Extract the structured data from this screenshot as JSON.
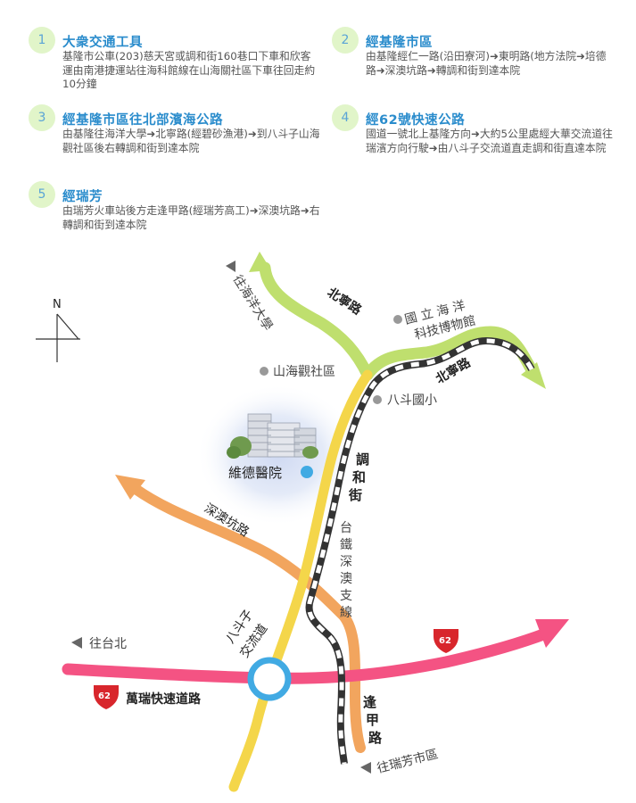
{
  "routes": [
    {
      "num": "1",
      "title": "大衆交通工具",
      "desc": "基隆市公車(203)慈天宮或調和街160巷口下車和欣客運由南港捷運站往海科館線在山海關社區下車往回走約10分鐘"
    },
    {
      "num": "2",
      "title": "經基隆市區",
      "desc": "由基隆經仁一路(沿田寮河)➜東明路(地方法院➜培德路➜深澳坑路➜轉調和街到達本院"
    },
    {
      "num": "3",
      "title": "經基隆市區往北部濱海公路",
      "desc": "由基隆往海洋大學➜北寧路(經碧砂漁港)➜到八斗子山海觀社區後右轉調和街到達本院"
    },
    {
      "num": "4",
      "title": "經62號快速公路",
      "desc": "國道一號北上基隆方向➜大約5公里處經大華交流道往瑞濱方向行駛➜由八斗子交流道直走調和街直達本院"
    },
    {
      "num": "5",
      "title": "經瑞芳",
      "desc": "由瑞芳火車站後方走逢甲路(經瑞芳高工)➜深澳坑路➜右轉調和街到達本院"
    }
  ],
  "map": {
    "compass": "N",
    "to_ocean_univ": "往海洋大學",
    "beining_upper": "北寧路",
    "museum_line1": "國 立 海 洋",
    "museum_line2": "科技博物館",
    "shanhai": "山海觀社區",
    "badou_school": "八斗國小",
    "beining_lower": "北寧路",
    "tiaohe": [
      "調",
      "和",
      "街"
    ],
    "hospital": "維德醫院",
    "shenaokeng": "深澳坑路",
    "railway": [
      "台",
      "鐵",
      "深",
      "澳",
      "支",
      "線"
    ],
    "interchange": [
      "八斗子",
      "交流道"
    ],
    "to_taipei": "往台北",
    "freeway": "萬瑞快速道路",
    "route_shield": "62",
    "fengjia": [
      "逢",
      "甲",
      "路"
    ],
    "to_ruifang": "往瑞芳市區"
  },
  "colors": {
    "green": "#bfdf6e",
    "yellow": "#f4d64a",
    "orange": "#f2a55e",
    "pink": "#f45383",
    "blue": "#41aae3",
    "shield_red": "#d8262c",
    "title_blue": "#2a8ccc"
  }
}
